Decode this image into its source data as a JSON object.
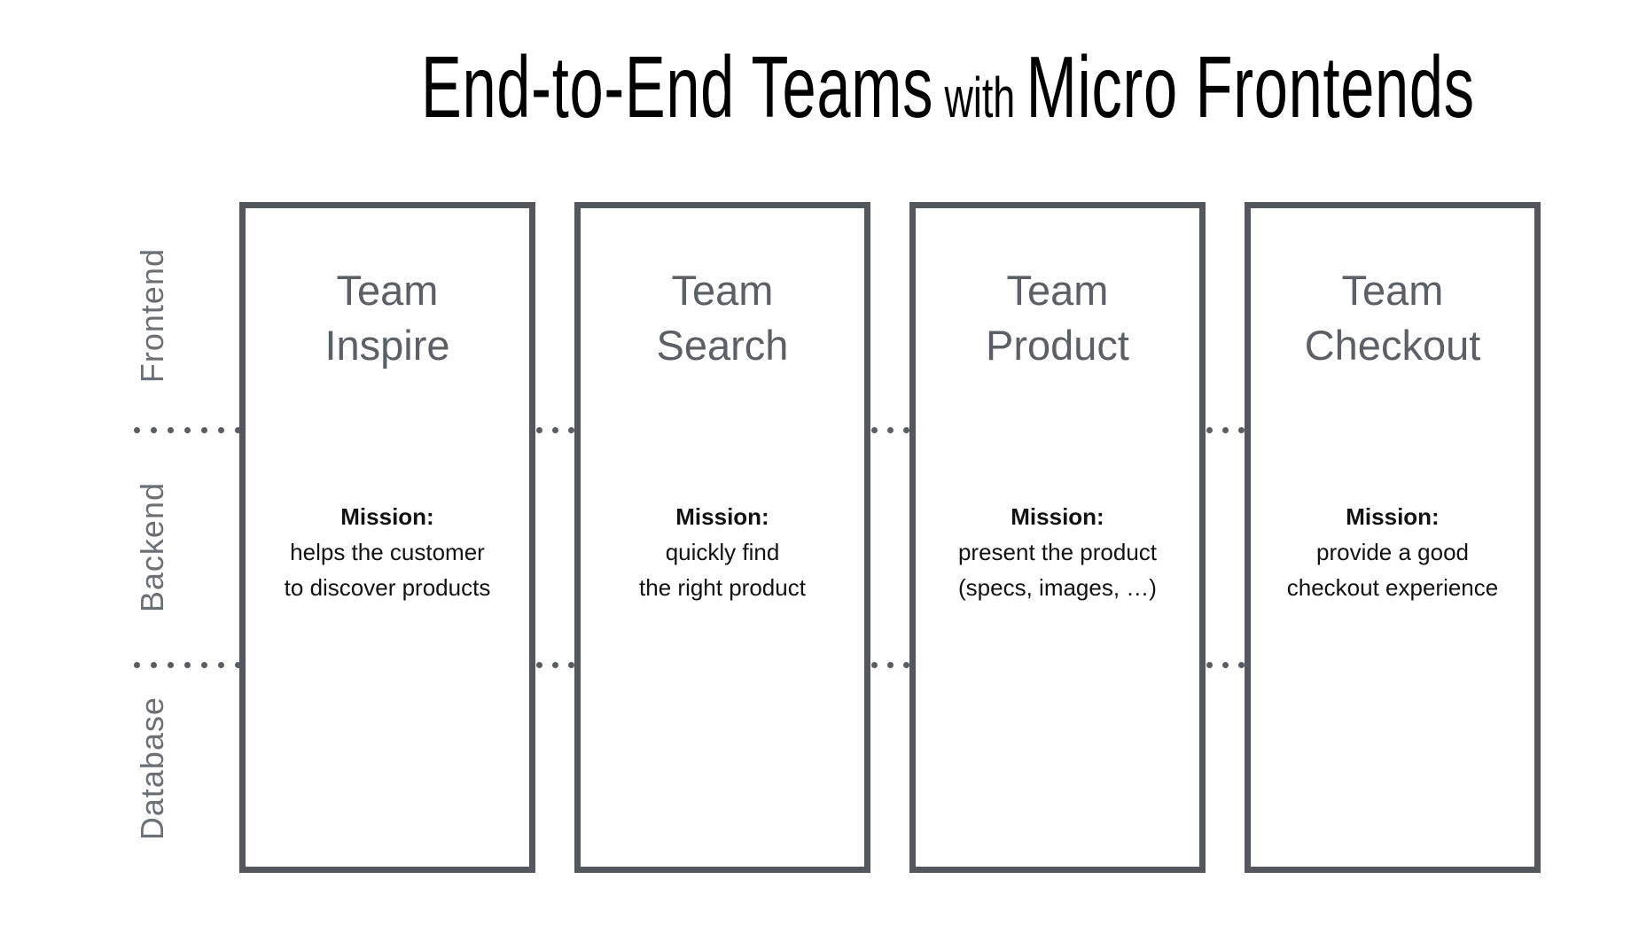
{
  "title": {
    "part1": "End-to-End Teams",
    "connector": "with",
    "part2": "Micro Frontends"
  },
  "layers": [
    {
      "label": "Frontend"
    },
    {
      "label": "Backend"
    },
    {
      "label": "Database"
    }
  ],
  "teams": [
    {
      "name_line1": "Team",
      "name_line2": "Inspire",
      "mission_label": "Mission:",
      "mission_lines": [
        "helps the customer",
        "to discover products"
      ]
    },
    {
      "name_line1": "Team",
      "name_line2": "Search",
      "mission_label": "Mission:",
      "mission_lines": [
        "quickly find",
        "the right product"
      ]
    },
    {
      "name_line1": "Team",
      "name_line2": "Product",
      "mission_label": "Mission:",
      "mission_lines": [
        "present the product",
        "(specs, images, …)"
      ]
    },
    {
      "name_line1": "Team",
      "name_line2": "Checkout",
      "mission_label": "Mission:",
      "mission_lines": [
        "provide a good",
        "checkout experience"
      ]
    }
  ],
  "colors": {
    "background": "#ffffff",
    "box_border": "#54575e",
    "team_title": "#5b5f66",
    "layer_label": "#6b7076",
    "mission_text": "#121212",
    "dots": "#585c63",
    "title_text": "#000000"
  }
}
